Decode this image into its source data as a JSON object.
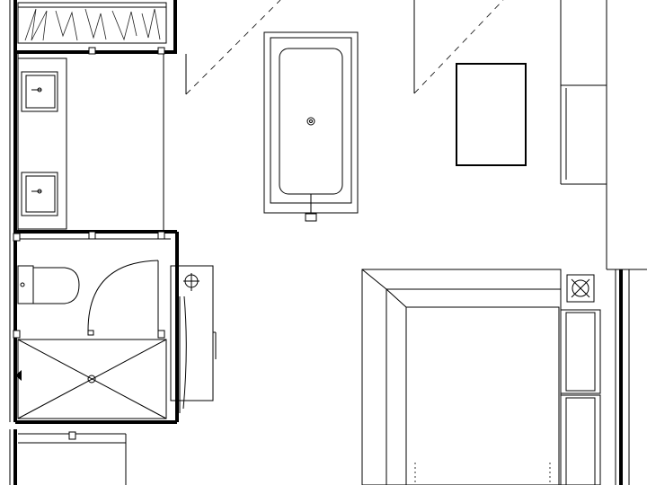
{
  "drawing": {
    "type": "architectural floor plan",
    "labels": []
  },
  "colors": {
    "background": "#ffffff",
    "ink": "#000000"
  },
  "fixtures": {
    "vanity_basins": 2,
    "bathtub": 1,
    "toilet": 1,
    "shower": 1,
    "bed": 1,
    "side_table": 1,
    "wardrobe": 1
  }
}
